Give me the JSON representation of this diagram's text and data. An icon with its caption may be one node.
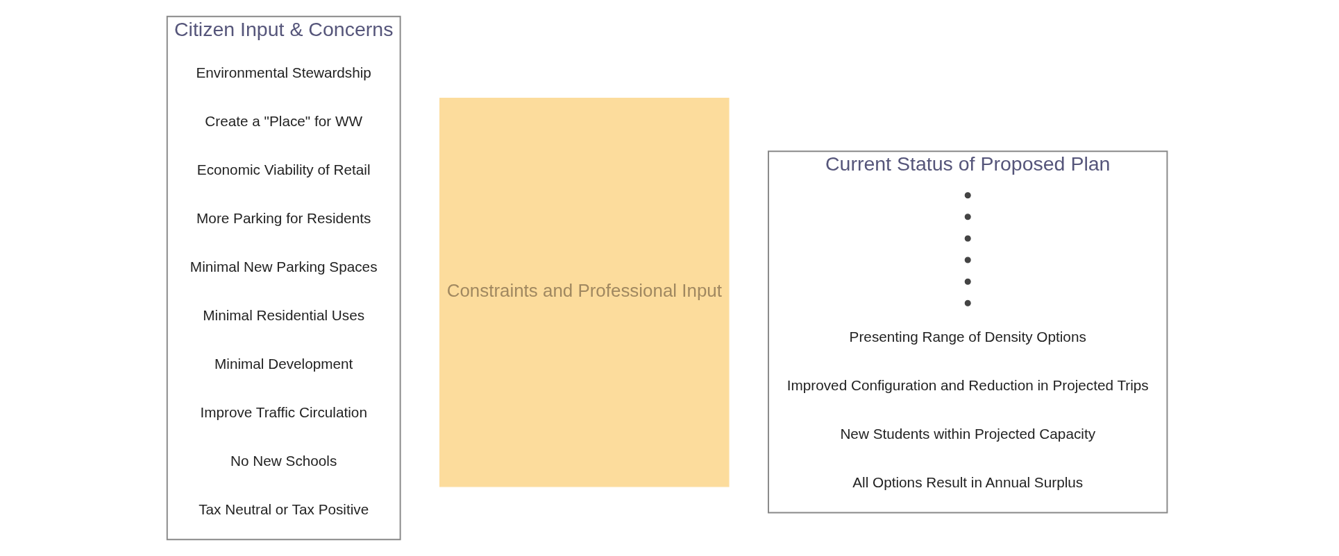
{
  "diagram": {
    "nodes": [
      {
        "text": [
          "Citizen Input & Concerns"
        ]
      },
      {
        "text": [
          "Tax Neutral or Tax Positive"
        ],
        "in": 0
      },
      {
        "text": [
          "No New Schools"
        ],
        "in": 0
      },
      {
        "text": [
          "Improve Traffic Circulation"
        ],
        "in": 0
      },
      {
        "text": [
          "Minimal Development"
        ],
        "in": 0
      },
      {
        "text": [
          "Minimal Residential Uses"
        ],
        "in": 0
      },
      {
        "text": [
          "Minimal New Parking Spaces"
        ],
        "in": 0
      },
      {
        "text": [
          "More Parking for Residents"
        ],
        "in": 0
      },
      {
        "text": [
          "Economic Viability of Retail"
        ],
        "in": 0
      },
      {
        "text": [
          "Create a \"Place\" for WW"
        ],
        "in": 0
      },
      {
        "text": [
          "Environmental Stewardship"
        ],
        "in": 0
      },
      {
        "text": [
          "Constraints and Professional Input"
        ]
      },
      {
        "text": [
          "Current Status of Proposed Plan"
        ]
      },
      {
        "text": [
          "All Options Result in Annual Surplus"
        ],
        "in": 12
      },
      {
        "text": [
          "New Students within Projected Capacity"
        ],
        "in": 12
      },
      {
        "text": [
          "Improved Configuration and Reduction in Projected Trips"
        ],
        "in": 12
      },
      {
        "text": [
          "Presenting Range of Density Options"
        ],
        "in": 12
      },
      {
        "text": [],
        "shape": "circle",
        "in": 12
      },
      {
        "text": [],
        "shape": "circle",
        "in": 12
      },
      {
        "text": [],
        "shape": "circle",
        "in": 12
      },
      {
        "text": [],
        "shape": "circle",
        "in": 12
      },
      {
        "text": [],
        "shape": "circle",
        "in": 12
      },
      {
        "text": [],
        "shape": "circle",
        "in": 12
      }
    ]
  }
}
